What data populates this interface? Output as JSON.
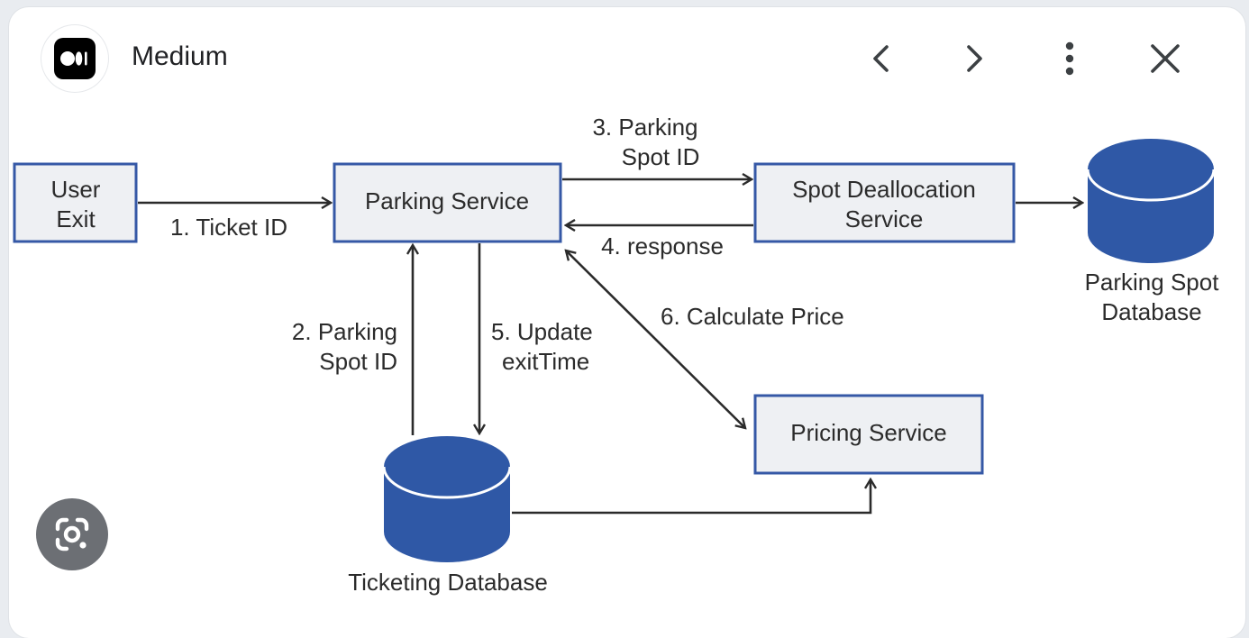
{
  "header": {
    "source_name": "Medium",
    "icons": {
      "logo": "medium-logo-icon",
      "prev": "chevron-left-icon",
      "next": "chevron-right-icon",
      "more": "more-vertical-icon",
      "close": "close-icon",
      "lens": "google-lens-icon"
    }
  },
  "diagram": {
    "nodes": {
      "user_exit": [
        "User",
        "Exit"
      ],
      "parking_service": "Parking Service",
      "spot_deallocation": [
        "Spot Deallocation",
        "Service"
      ],
      "pricing_service": "Pricing Service",
      "parking_spot_db": [
        "Parking Spot",
        "Database"
      ],
      "ticketing_db": "Ticketing Database"
    },
    "edges": {
      "e1": "1. Ticket ID",
      "e2": [
        "2. Parking",
        "Spot ID"
      ],
      "e3": [
        "3. Parking",
        "Spot ID"
      ],
      "e4": "4. response",
      "e5": [
        "5. Update",
        "exitTime"
      ],
      "e6": "6. Calculate Price"
    }
  },
  "colors": {
    "box_fill": "#eef0f3",
    "box_border": "#3558a6",
    "db_fill": "#2f58a6",
    "arrow": "#2b2b2b"
  }
}
